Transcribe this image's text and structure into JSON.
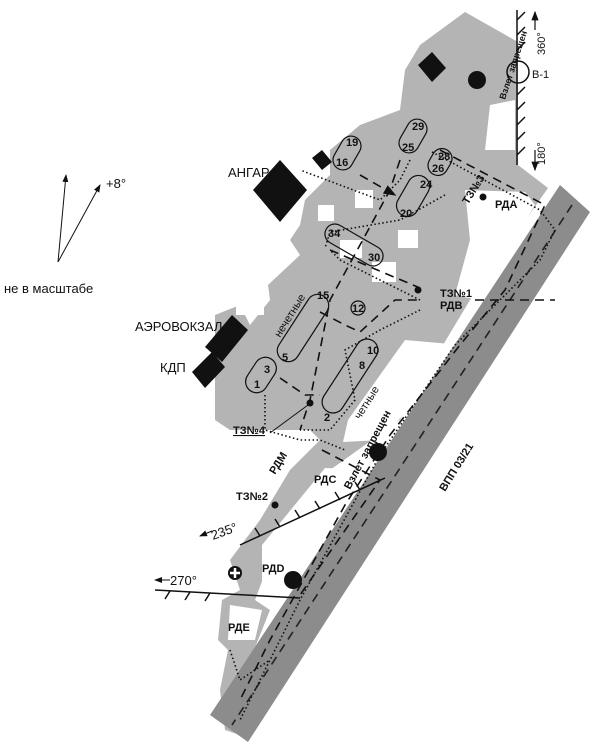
{
  "legend": {
    "north_label": "+8°",
    "scale_note": "не в масштабе"
  },
  "buildings": {
    "hangar": "АНГАР",
    "terminal": "АЭРОВОКЗАЛ",
    "tower": "КДП"
  },
  "runway": {
    "label": "ВПП 03/21"
  },
  "taxiways": {
    "rda": "РДА",
    "rdv": "РДВ",
    "rdm": "РДМ",
    "rds": "РДС",
    "rdd": "РДD",
    "rde": "РДЕ"
  },
  "holding_points": {
    "tz1": "ТЗ№1",
    "tz2": "ТЗ№2",
    "tz3": "ТЗ№3",
    "tz4": "ТЗ№4"
  },
  "stand_groups": {
    "odd": "нечетные",
    "even": "четные"
  },
  "restrictions": {
    "no_takeoff_top": "Взлет запрещен",
    "no_takeoff_mid": "Взлет запрещен"
  },
  "point_b1": {
    "label": "В-1",
    "heading_up": "360°",
    "heading_down": "180°"
  },
  "headings": {
    "h235": "235°",
    "h270": "270°"
  },
  "markers": [
    "1",
    "1",
    "1"
  ],
  "stands": {
    "s19": "19",
    "s16": "16",
    "s29": "29",
    "s25": "25",
    "s28": "28",
    "s26": "26",
    "s24": "24",
    "s20": "20",
    "s34": "34",
    "s30": "30",
    "s15": "15",
    "s5": "5",
    "s12": "12",
    "s10": "10",
    "s8": "8",
    "s2": "2",
    "s3": "3",
    "s1": "1"
  }
}
